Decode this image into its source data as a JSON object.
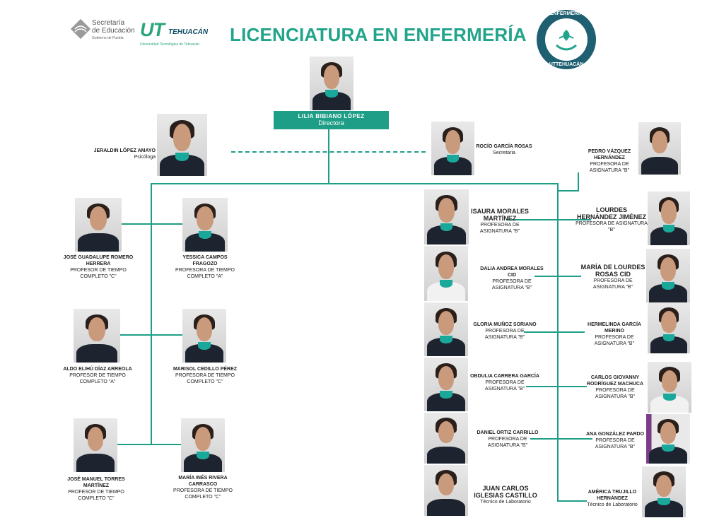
{
  "header": {
    "title": "LICENCIATURA EN ENFERMERÍA",
    "sep_line1": "Secretaría",
    "sep_line2": "de Educación",
    "sep_sub": "Gobierno de Puebla",
    "ut_mark": "UT",
    "ut_side": "TEHUACÁN",
    "ut_sub": "Universidad Tecnológica de Tehuacán",
    "emblem_top": "ENFERMERÍA",
    "emblem_bottom": "UTTEHUACÁN"
  },
  "colors": {
    "accent": "#21a48a",
    "line": "#1e9e86",
    "navy": "#0f4a63"
  },
  "director": {
    "name": "LILIA BIBIANO LÓPEZ",
    "role": "Directora"
  },
  "psicologa": {
    "name": "JERALDIN LÓPEZ AMAYO",
    "role": "Psicóloga"
  },
  "secretaria": {
    "name": "ROCÍO GARCÍA ROSAS",
    "role": "Secretaria"
  },
  "left": [
    {
      "name": "JOSÉ GUADALUPE ROMERO HERRERA",
      "role": "PROFESOR DE TIEMPO COMPLETO \"C\""
    },
    {
      "name": "YESSICA CAMPOS FRAGOZO",
      "role": "PROFESORA DE TIEMPO COMPLETO \"A\""
    },
    {
      "name": "ALDO ELIHÚ DÍAZ ARREOLA",
      "role": "PROFESOR DE TIEMPO COMPLETO \"A\""
    },
    {
      "name": "MARISOL CEDILLO PÉREZ",
      "role": "PROFESORA DE TIEMPO COMPLETO \"C\""
    },
    {
      "name": "JOSÉ MANUEL TORRES MARTÍNEZ",
      "role": "PROFESOR DE TIEMPO COMPLETO \"C\""
    },
    {
      "name": "MARÍA INÉS RIVERA CARRASCO",
      "role": "PROFESORA DE TIEMPO COMPLETO \"C\""
    }
  ],
  "mid": [
    {
      "name": "ISAURA MORALES MARTÍNEZ",
      "role": "PROFESORA DE ASIGNATURA \"B\""
    },
    {
      "name": "DALIA ANDREA MORALES CID",
      "role": "PROFESORA DE ASIGNATURA \"B\""
    },
    {
      "name": "GLORIA MUÑOZ SORIANO",
      "role": "PROFESORA DE ASIGNATURA \"B\""
    },
    {
      "name": "OBDULIA CARRERA GARCÍA",
      "role": "PROFESORA DE ASIGNATURA \"B\""
    },
    {
      "name": "DANIEL ORTIZ CARRILLO",
      "role": "PROFESORA DE ASIGNATURA \"B\""
    },
    {
      "name": "JUAN CARLOS IGLESIAS CASTILLO",
      "role": "Técnico de Laboratorio"
    }
  ],
  "right": [
    {
      "name": "PEDRO VÁZQUEZ HERNÁNDEZ",
      "role": "PROFESORA DE ASIGNATURA \"B\""
    },
    {
      "name": "LOURDES HERNÁNDEZ JIMÉNEZ",
      "role": "PROFESORA DE ASIGNATURA \"B\""
    },
    {
      "name": "MARÍA DE LOURDES ROSAS CID",
      "role": "PROFESORA DE ASIGNATURA \"B\""
    },
    {
      "name": "HERMELINDA GARCÍA MERINO",
      "role": "PROFESORA DE ASIGNATURA \"B\""
    },
    {
      "name": "CARLOS GIOVANNY RODRÍGUEZ MACHUCA",
      "role": "PROFESORA DE ASIGNATURA \"B\""
    },
    {
      "name": "ANA GONZÁLEZ PARDO",
      "role": "PROFESORA DE ASIGNATURA \"B\""
    },
    {
      "name": "AMÉRICA TRUJILLO HERNÁNDEZ",
      "role": "Técnico de Laboratorio"
    }
  ]
}
